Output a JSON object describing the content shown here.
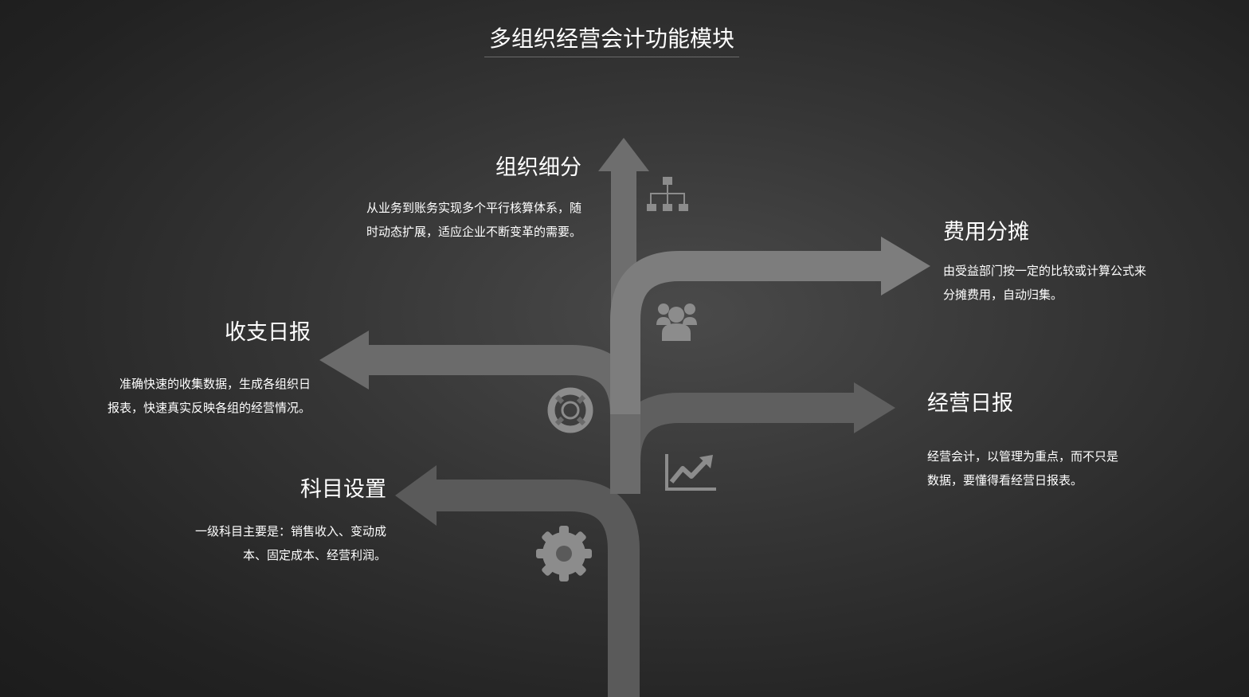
{
  "title": "多组织经营会计功能模块",
  "colors": {
    "arrow_light": "#7d7d7d",
    "arrow_mid": "#6a6a6a",
    "arrow_dark": "#5a5a5a",
    "icon": "#8c8c8c",
    "text": "#ffffff"
  },
  "modules": [
    {
      "key": "org",
      "heading": "组织细分",
      "lines": [
        "从业务到账务实现多个平行核算体系，随",
        "时动态扩展，适应企业不断变革的需要。"
      ],
      "icon": "org-chart-icon"
    },
    {
      "key": "cost",
      "heading": "费用分摊",
      "lines": [
        "由受益部门按一定的比较或计算公式来",
        "分摊费用，自动归集。"
      ],
      "icon": "people-group-icon"
    },
    {
      "key": "income",
      "heading": "收支日报",
      "lines": [
        "准确快速的收集数据，生成各组织日",
        "报表，快速真实反映各组的经营情况。"
      ],
      "icon": "lifebuoy-icon"
    },
    {
      "key": "ops",
      "heading": "经营日报",
      "lines": [
        "经营会计，以管理为重点，而不只是",
        "数据，要懂得看经营日报表。"
      ],
      "icon": "line-chart-icon"
    },
    {
      "key": "subject",
      "heading": "科目设置",
      "lines": [
        "一级科目主要是：销售收入、变动成",
        "本、固定成本、经营利润。"
      ],
      "icon": "gear-icon"
    }
  ]
}
